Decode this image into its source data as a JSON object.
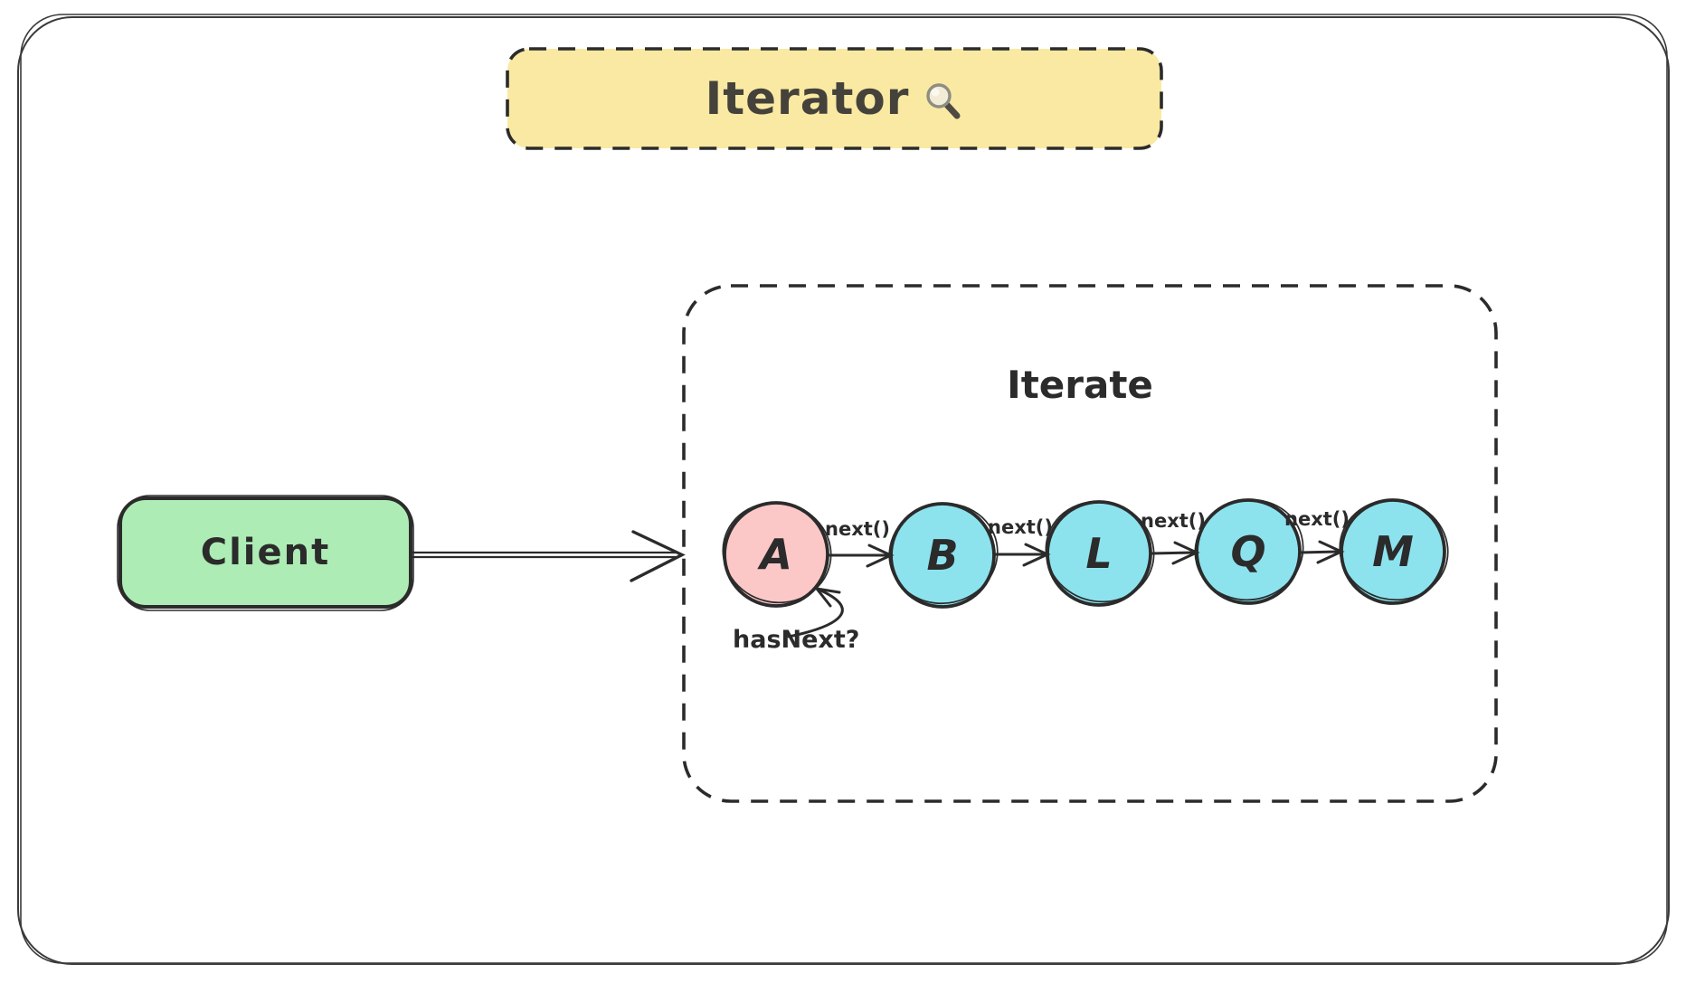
{
  "canvas": {
    "background": "#ffffff",
    "stroke_color": "#2f2f2f"
  },
  "title_banner": {
    "label": "Iterator",
    "icon": "magnifier-search-icon",
    "icon_glyph": "🔍",
    "fill": "#fae9a2"
  },
  "client_box": {
    "label": "Client",
    "fill": "#aeecb5"
  },
  "iterate_group": {
    "label": "Iterate"
  },
  "nodes": [
    {
      "label": "A",
      "fill": "#fbc7c7"
    },
    {
      "label": "B",
      "fill": "#8ce3ee"
    },
    {
      "label": "L",
      "fill": "#8ce3ee"
    },
    {
      "label": "Q",
      "fill": "#8ce3ee"
    },
    {
      "label": "M",
      "fill": "#8ce3ee"
    }
  ],
  "edges": {
    "next_labels": [
      "next()",
      "next()",
      "next()",
      "next()"
    ],
    "has_next_label": "hasNext?"
  }
}
